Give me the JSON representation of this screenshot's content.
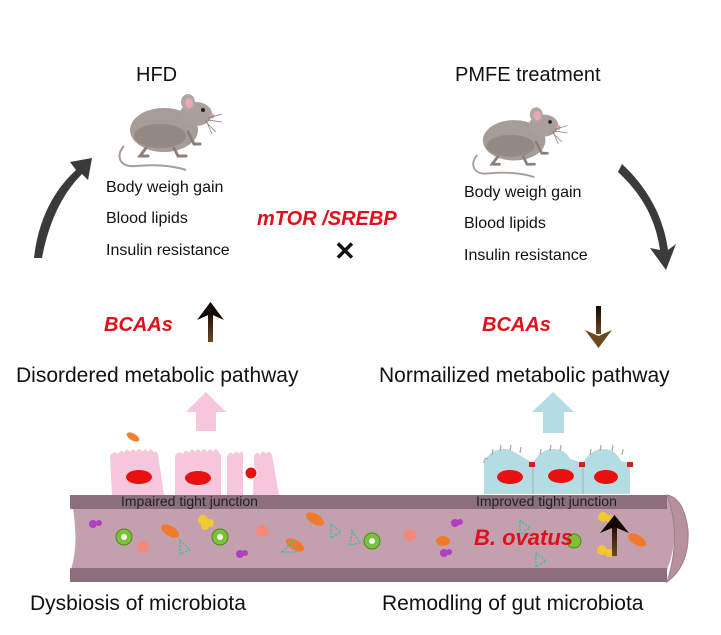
{
  "left_panel": {
    "condition_title": "HFD",
    "outcomes": [
      "Body weigh gain",
      "Blood lipids",
      "Insulin resistance"
    ],
    "bcaa_label": "BCAAs",
    "bcaa_direction": "up",
    "pathway_label": "Disordered metabolic pathway",
    "junction_label": "Impaired tight junction",
    "microbiota_label": "Dysbiosis of microbiota",
    "cell_color": "#f5c6dc",
    "arrow_color": "#f5c6dc"
  },
  "right_panel": {
    "condition_title": "PMFE treatment",
    "outcomes": [
      "Body weigh gain",
      "Blood lipids",
      "Insulin resistance"
    ],
    "bcaa_label": "BCAAs",
    "bcaa_direction": "down",
    "pathway_label": "Normailized metabolic pathway",
    "junction_label": "Improved tight junction",
    "microbiota_label": "Remodling of gut microbiota",
    "bacterium_label": "B. ovatus",
    "bacterium_direction": "up",
    "cell_color": "#b3dde3",
    "arrow_color": "#b3dde3"
  },
  "center": {
    "pathway_label": "mTOR /SREBP",
    "inhibition_symbol": "✕"
  },
  "colors": {
    "accent_red": "#e0101a",
    "gut_wall": "#8c6f7c",
    "gut_lumen": "#c4a0ae",
    "curved_arrow": "#3a3a3a"
  }
}
